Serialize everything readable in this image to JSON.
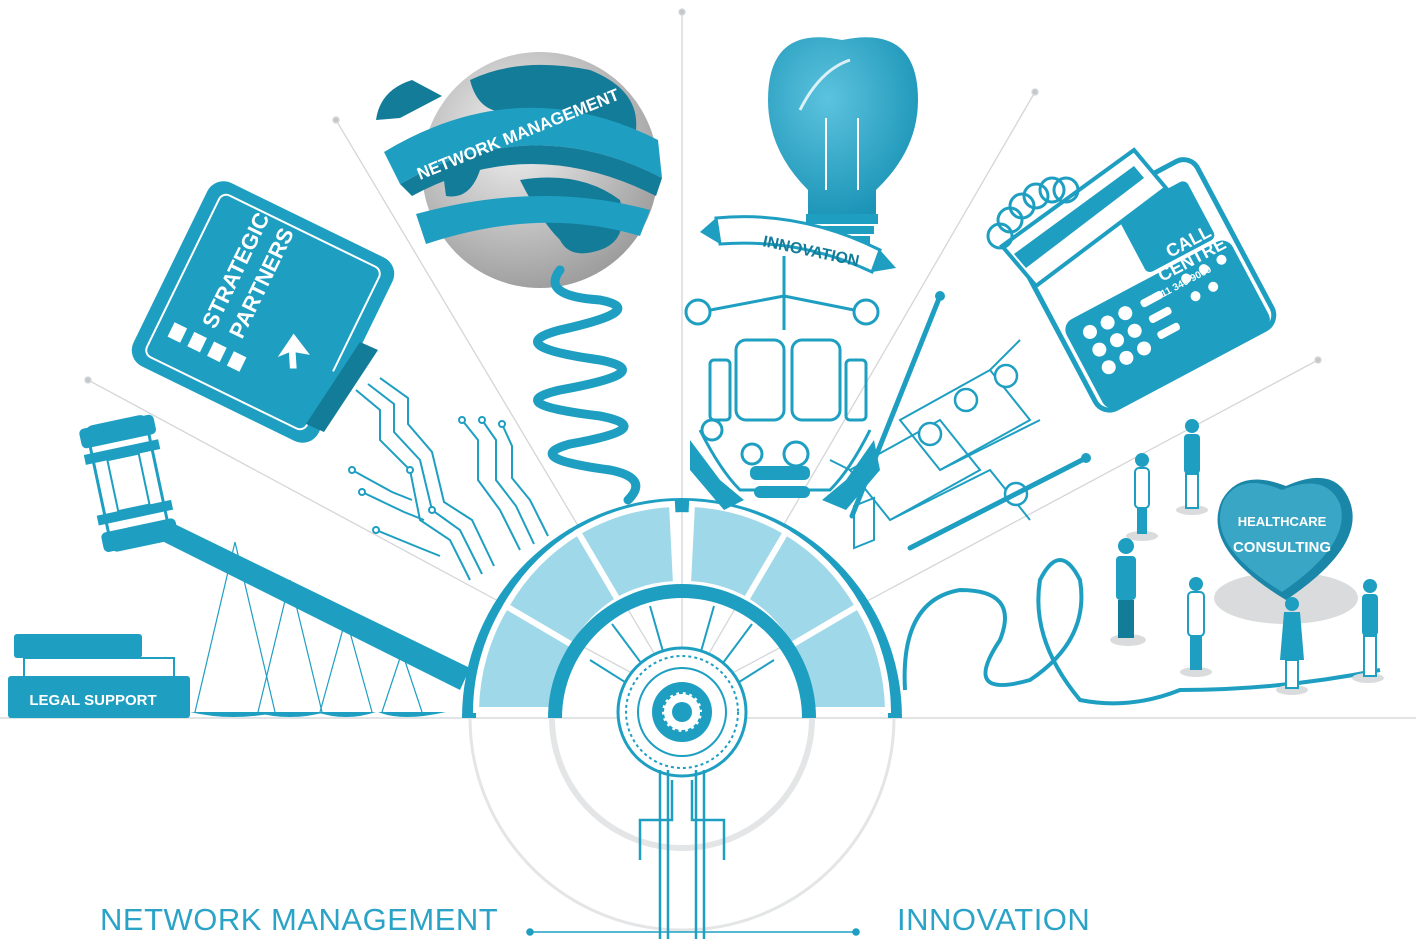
{
  "labels": {
    "legal_support": "LEGAL SUPPORT",
    "strategic_line1": "STRATEGIC",
    "strategic_line2": "PARTNERS",
    "network_ribbon": "NETWORK MANAGEMENT",
    "innovation_banner": "INNOVATION",
    "call_line1": "CALL",
    "call_line2": "CENTRE",
    "call_number": "011 340-9000",
    "health_line1": "HEALTHCARE",
    "health_line2": "CONSULTING"
  },
  "captions": {
    "left": "NETWORK MANAGEMENT",
    "right": "INNOVATION"
  },
  "colors": {
    "primary": "#1e9fc2",
    "dark": "#137c99",
    "light": "#9fd8e8",
    "grey": "#bfc3c6",
    "caption": "#2aa3c7"
  }
}
